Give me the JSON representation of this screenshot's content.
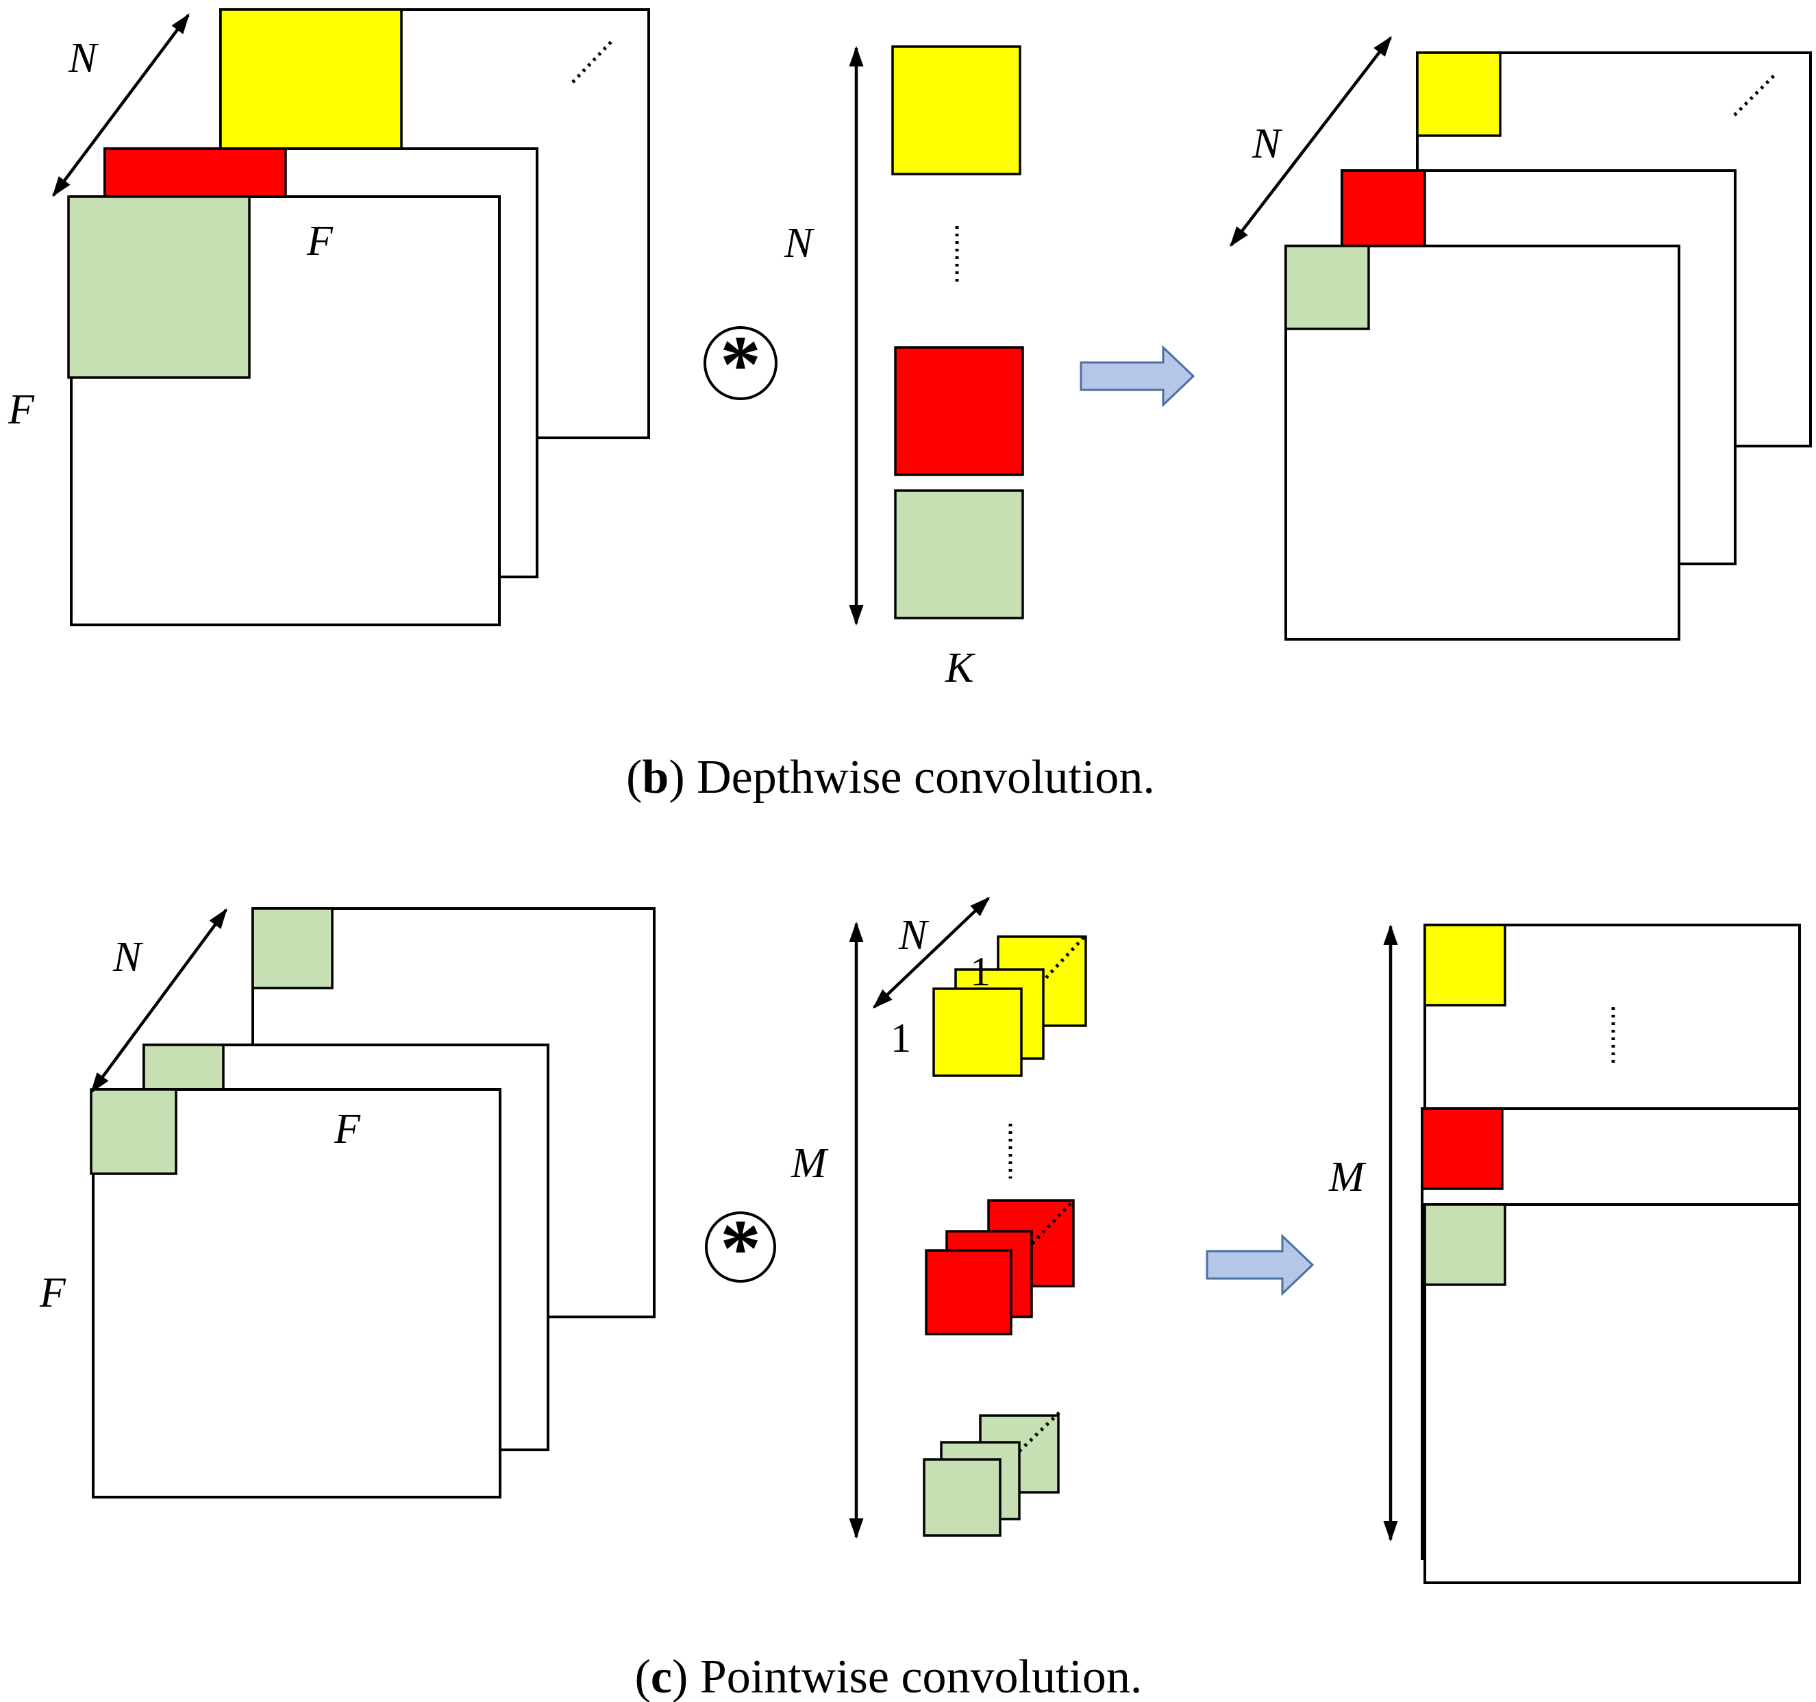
{
  "colors": {
    "yellow": "#ffff00",
    "red": "#ff0000",
    "green": "#c6e0b4",
    "arrow_fill": "#b4c7e7",
    "arrow_stroke": "#4a6fa5"
  },
  "panel_b": {
    "input_depth_label": "N",
    "input_width_label": "F",
    "input_height_label": "F",
    "operator_symbol": "*",
    "kernel_count_label": "N",
    "kernel_size_label": "K",
    "output_depth_label": "N",
    "caption_letter": "b",
    "caption_text": " Depthwise convolution."
  },
  "panel_c": {
    "input_depth_label": "N",
    "input_width_label": "F",
    "input_height_label": "F",
    "operator_symbol": "*",
    "filter_count_label": "M",
    "filter_depth_label": "N",
    "filter_size_label_a": "1",
    "filter_size_label_b": "1",
    "output_depth_label": "M",
    "caption_letter": "c",
    "caption_text": " Pointwise convolution."
  }
}
